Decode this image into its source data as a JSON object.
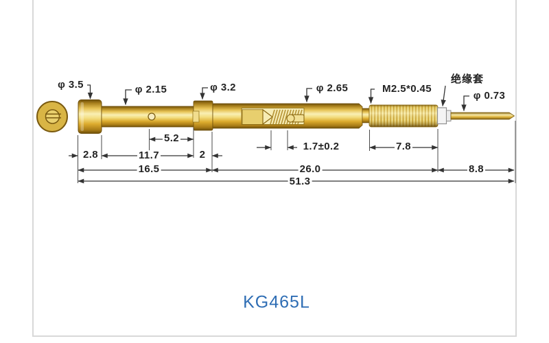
{
  "product_code": "KG465L",
  "callouts": {
    "head_diameter": "φ 3.5",
    "barrel_diameter": "φ 2.15",
    "collar_diameter": "φ 3.2",
    "tube_diameter": "φ 2.65",
    "thread_spec": "M2.5*0.45",
    "insulation_sleeve": "绝缘套",
    "tip_diameter": "φ 0.73"
  },
  "dimensions": {
    "slot_offset": "5.2",
    "head_length": "2.8",
    "barrel_length": "11.7",
    "collar_length": "2",
    "plunger_travel": "1.7±0.2",
    "thread_length": "7.8",
    "front_section": "16.5",
    "middle_section": "26.0",
    "rear_section": "8.8",
    "overall_length": "51.3"
  },
  "colors": {
    "gold_mid": "#d9b545",
    "gold_dark": "#7a5a10",
    "gold_highlight": "#f9efb4",
    "code_blue": "#2e6db4",
    "line_color": "#333333",
    "sheet_border": "#d8d8d8"
  }
}
